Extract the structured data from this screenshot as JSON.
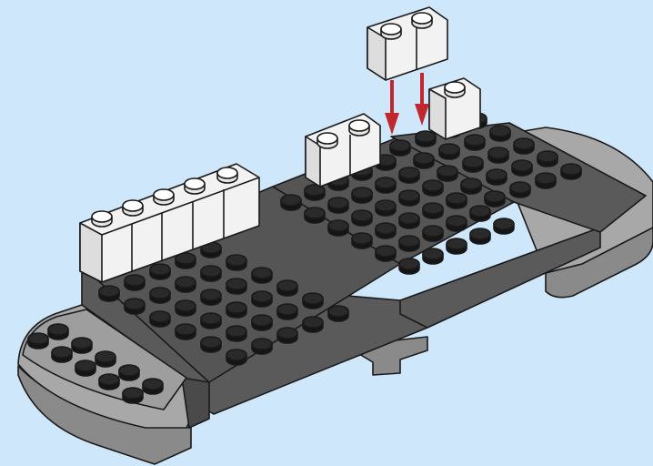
{
  "scene": {
    "background_color": "#cfe7fa",
    "subject": "brick-build-instruction-step",
    "plate_color": "#3a3a3a",
    "stud_color": "#1e1e1e",
    "base_color": "#9a9a9a",
    "white_brick_color": "#ffffff",
    "arrow_color": "#c0282d",
    "arrow_count": 2,
    "new_pieces": [
      "white-2x1-brick",
      "white-1x1-brick"
    ],
    "placed_pieces": [
      "white-2x1-brick",
      "white-1x5-brick-row"
    ]
  }
}
